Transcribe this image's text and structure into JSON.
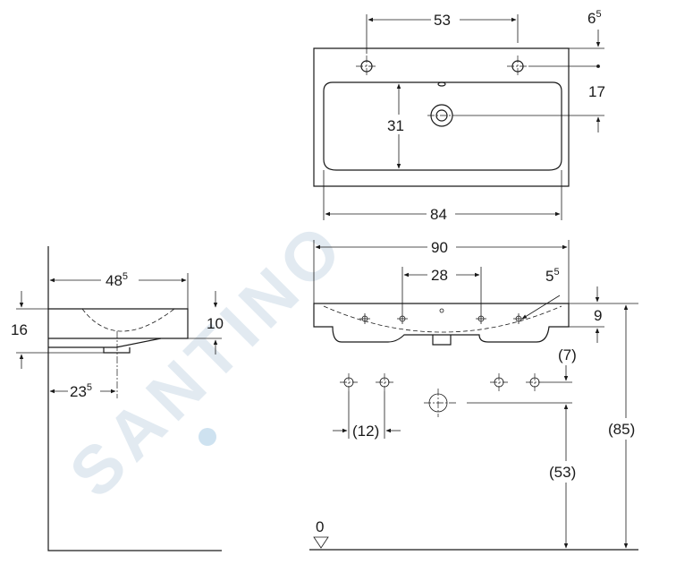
{
  "watermark": {
    "text": "SANTINO"
  },
  "side_view": {
    "width_top": "48",
    "width_top_sup": "5",
    "height_left": "16",
    "height_right": "10",
    "drain_offset": "23",
    "drain_offset_sup": "5"
  },
  "top_view": {
    "tap_hole_spacing": "53",
    "tap_hole_edge": "6",
    "tap_hole_edge_sup": "5",
    "bowl_depth": "31",
    "drain_offset": "17",
    "bowl_width": "84"
  },
  "front_view": {
    "overall_width": "90",
    "fixing_spacing": "28",
    "edge_offset": "5",
    "edge_offset_sup": "5",
    "rim_height": "9",
    "connection_offset": "(7)",
    "connection_spacing": "(12)",
    "connection_height": "(53)",
    "install_height": "(85)",
    "floor_level": "0"
  }
}
